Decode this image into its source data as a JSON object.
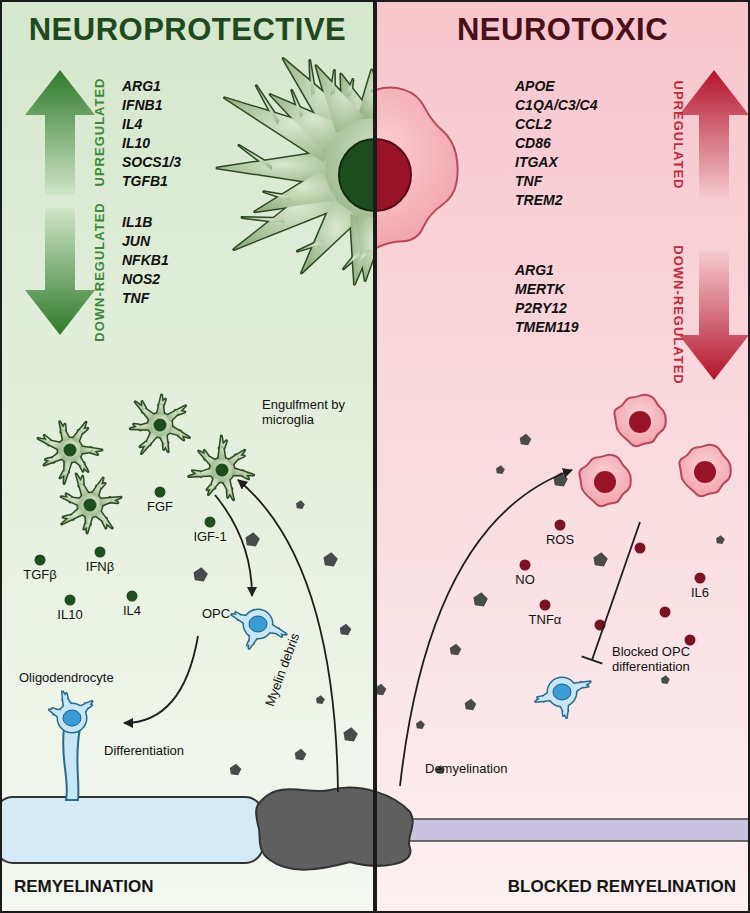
{
  "diagram": {
    "nodes": [
      {
        "text": [
          "NEUROPROTECTIVE",
          "REMYELINATION"
        ]
      },
      {
        "text": [
          "NEUROTOXIC",
          "BLOCKED REMYELINATION"
        ]
      },
      {
        "text": [
          "OPC"
        ],
        "in": 0
      },
      {
        "text": [
          "Oligodendrocyte"
        ],
        "in": 0
      }
    ],
    "edges": [
      {
        "from": 2,
        "to": 3,
        "label": "Differentiation",
        "arrow": "to"
      }
    ],
    "labels": [
      "UPREGULATED",
      "ARG1",
      "IFNB1",
      "IL4",
      "IL10",
      "SOCS1/3",
      "TGFB1",
      "DOWN-REGULATED",
      "IL1B",
      "JUN",
      "NFKB1",
      "NOS2",
      "TNF",
      "Engulfment by microglia",
      "Myelin debris",
      "FGF",
      "IGF-1",
      "TGFβ",
      "IFNβ",
      "IL10",
      "IL4",
      "UPREGULATED",
      "APOE",
      "C1QA/C3/C4",
      "CCL2",
      "CD86",
      "ITGAX",
      "TNF",
      "TREM2",
      "DOWN-REGULATED",
      "ARG1",
      "MERTK",
      "P2RY12",
      "TMEM119",
      "ROS",
      "NO",
      "TNFα",
      "IL6",
      "Blocked OPC differentiation",
      "Demyelination"
    ]
  }
}
